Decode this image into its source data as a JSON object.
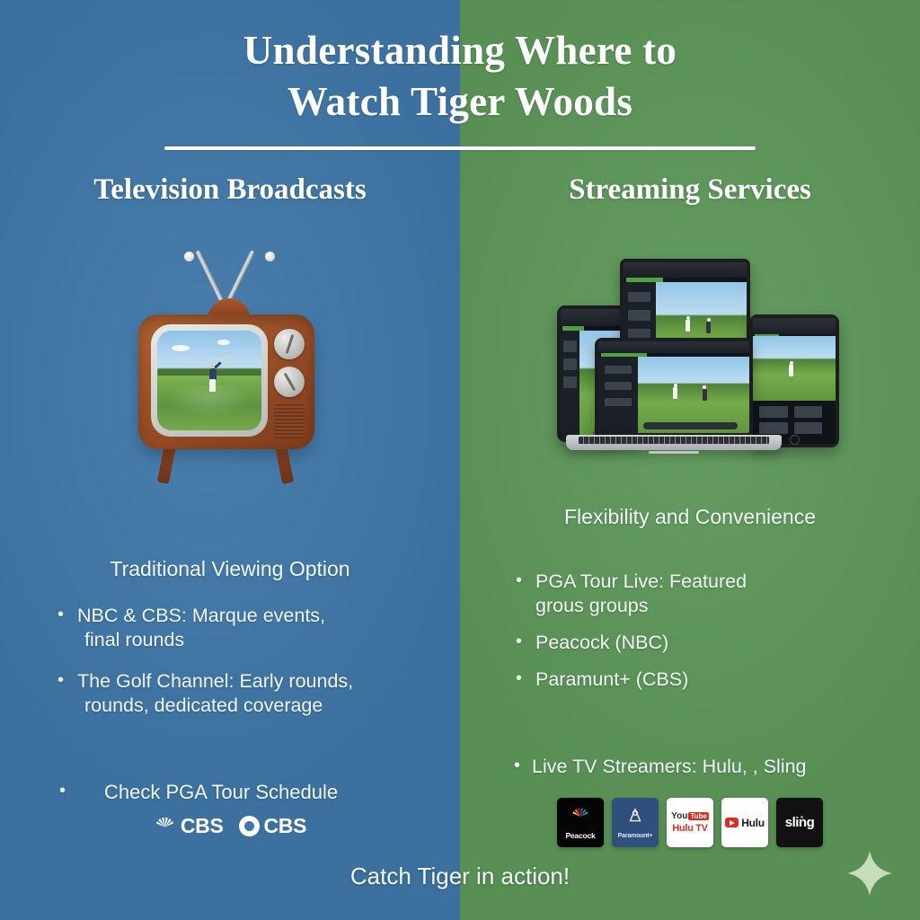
{
  "theme": {
    "left_bg": "#3f77a8",
    "right_bg": "#5d9759",
    "text": "#f2f6f8",
    "accent_red": "#e02b20",
    "sparkle": "#cfe3c4"
  },
  "header": {
    "title_line1": "Understanding Where to",
    "title_line2": "Watch Tiger Woods"
  },
  "left_column": {
    "heading": "Television Broadcasts",
    "subhead": "Traditional Viewing Option",
    "bullets": [
      {
        "line1": "NBC & CBS: Marque events,",
        "line2": "final rounds"
      },
      {
        "line1": "The Golf Channel: Early rounds,",
        "line2": "rounds, dedicated coverage"
      }
    ],
    "cta_bullet": "Check PGA Tour Schedule",
    "logos": [
      {
        "name": "nbc-logo",
        "word": "CBS"
      },
      {
        "name": "cbs-logo",
        "word": "CBS"
      }
    ],
    "illustration": "retro-television-showing-golfer"
  },
  "right_column": {
    "heading": "Streaming Services",
    "subhead": "Flexibility and Convenience",
    "bullets": [
      {
        "line1": "PGA Tour Live: Featured",
        "line2": "grous groups"
      },
      {
        "line1": "Peacock (NBC)",
        "line2": ""
      },
      {
        "line1": "Paramunt+ (CBS)",
        "line2": ""
      }
    ],
    "live_tv_bullet": "Live TV Streamers: Hulu, , Sling",
    "logos": [
      {
        "name": "peacock-tile",
        "label": "Peacock"
      },
      {
        "name": "paramount-plus-tile",
        "label": "Paramount+"
      },
      {
        "name": "youtube-hulu-tv-tile",
        "label_top_word": "You",
        "label_top_box": "Tube",
        "label_bottom": "Hulu TV"
      },
      {
        "name": "hulu-tile",
        "label": "Hulu"
      },
      {
        "name": "sling-tile",
        "label": "sling"
      }
    ],
    "illustration": "tablets-and-laptop-streaming-golf"
  },
  "footer": {
    "cta": "Catch Tiger in action!",
    "sparkle": "sparkle-star-icon"
  }
}
